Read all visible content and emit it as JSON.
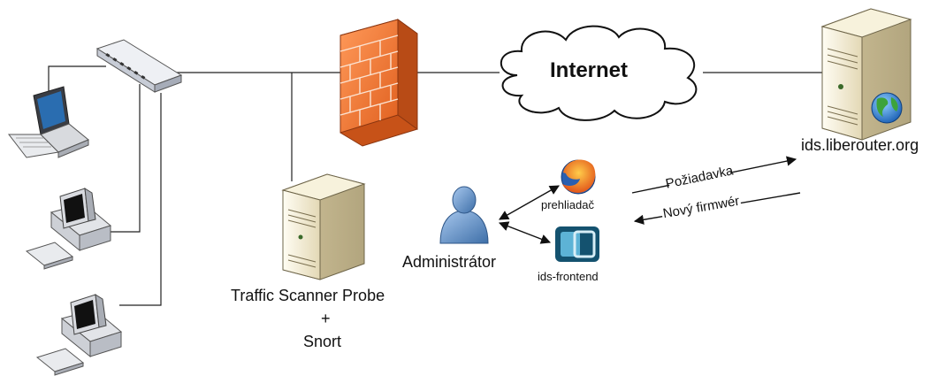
{
  "nodes": {
    "internet": "Internet",
    "server": "ids.liberouter.org",
    "probe": "Traffic Scanner Probe",
    "probe_plus": "+",
    "probe_snort": "Snort",
    "admin": "Administrátor",
    "browser": "prehliadač",
    "frontend": "ids-frontend"
  },
  "edges": {
    "request": "Požiadavka",
    "firmware": "Nový firmwér"
  },
  "colors": {
    "firewall": "#f47a3a",
    "server_case": "#efe8cf",
    "admin_body": "#6b97c8"
  },
  "icons": [
    "switch-icon",
    "laptop-icon",
    "desktop-pc-icon",
    "firewall-icon",
    "cloud-icon",
    "server-icon",
    "globe-icon",
    "user-icon",
    "firefox-icon",
    "frontend-app-icon"
  ]
}
